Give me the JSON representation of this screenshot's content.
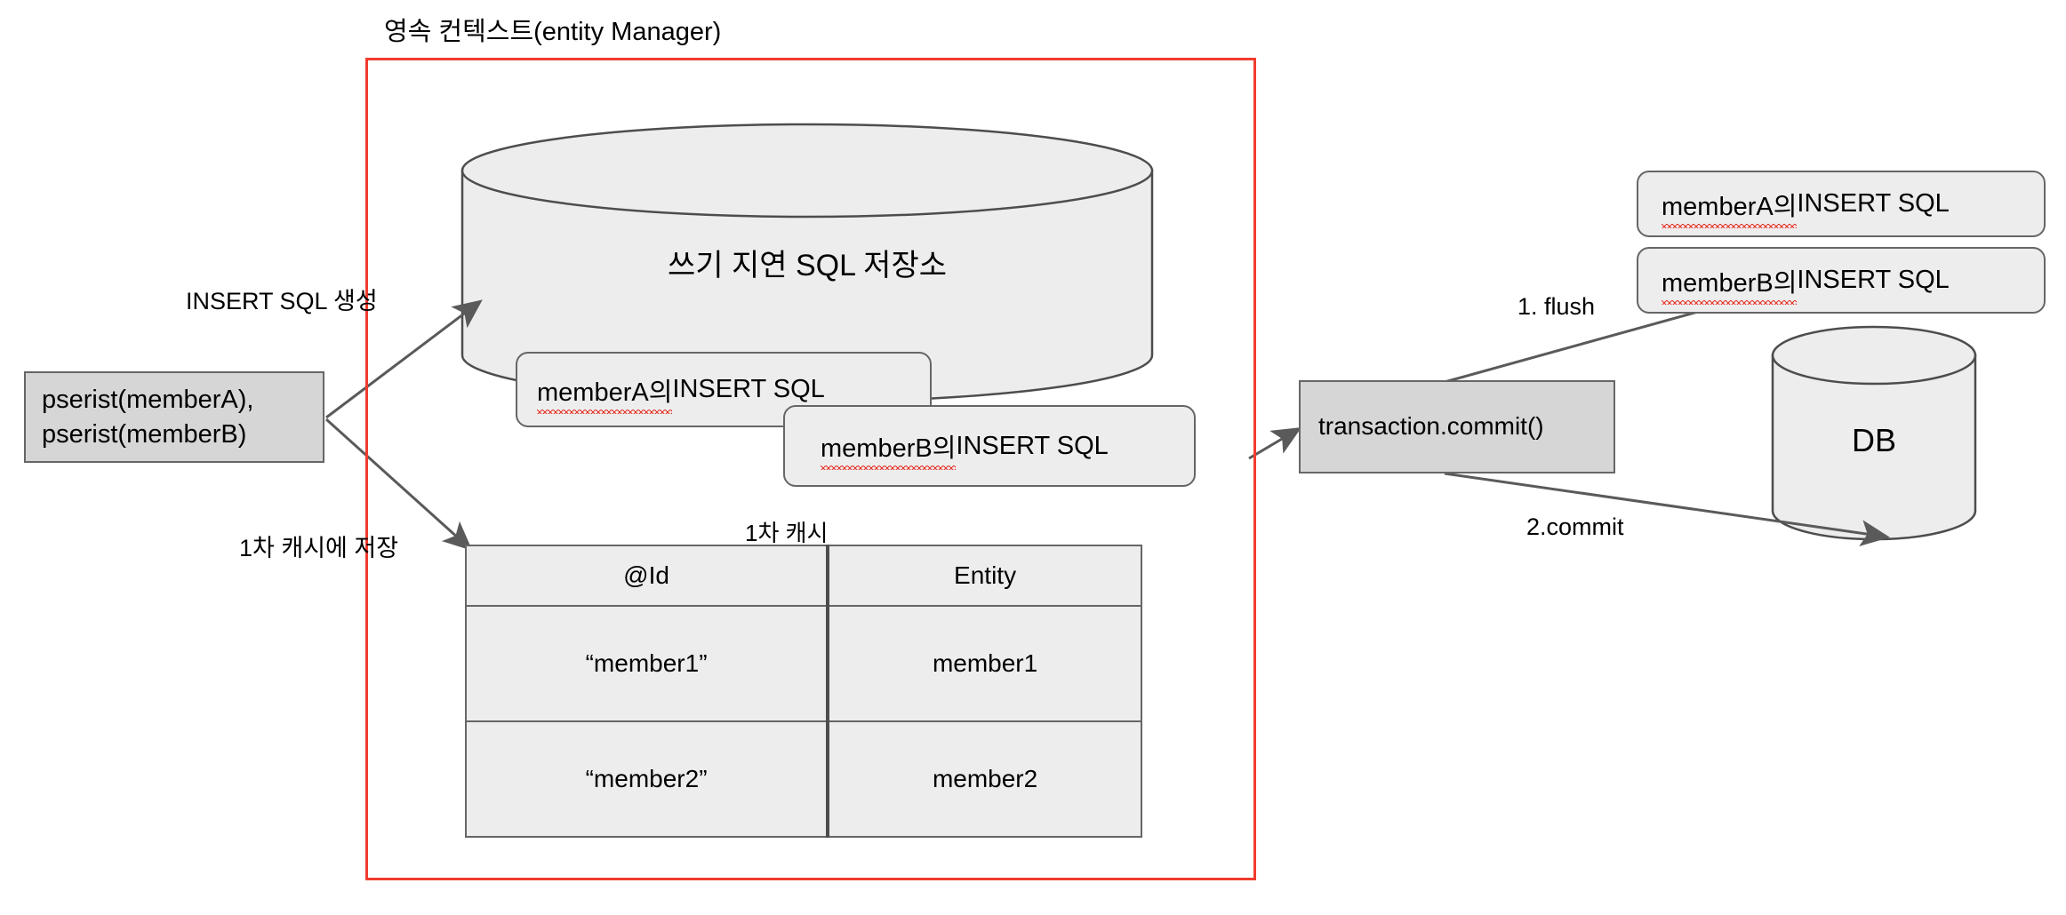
{
  "diagram": {
    "title": "영속 컨텍스트(entity Manager)",
    "persistence_context": {
      "border_color": "#F03C2E"
    },
    "persist_call": {
      "line1": "pserist(memberA),",
      "line2": "pserist(memberB)"
    },
    "labels": {
      "insert_sql_generate": "INSERT SQL 생성",
      "save_to_first_cache": "1차 캐시에 저장",
      "flush": "1. flush",
      "commit": "2.commit"
    },
    "write_behind_store": {
      "cylinder_label": "쓰기 지연 SQL 저장소",
      "queued_sql": [
        {
          "prefix": "memberA의",
          "suffix": " INSERT SQL"
        },
        {
          "prefix": "memberB의",
          "suffix": " INSERT SQL"
        }
      ]
    },
    "first_level_cache": {
      "title": "1차 캐시",
      "columns": [
        "@Id",
        "Entity"
      ],
      "rows": [
        [
          "“member1”",
          "member1"
        ],
        [
          "“member2”",
          "member2"
        ]
      ]
    },
    "transaction": {
      "commit_label": "transaction.commit()"
    },
    "flush_sql": [
      {
        "prefix": "memberA의",
        "suffix": " INSERT SQL"
      },
      {
        "prefix": "memberB의",
        "suffix": " INSERT SQL"
      }
    ],
    "database": {
      "label": "DB"
    }
  }
}
